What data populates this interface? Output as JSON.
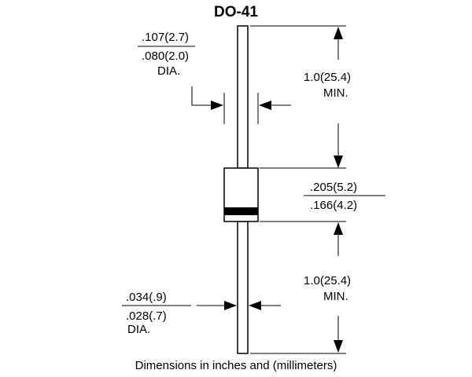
{
  "title": "DO-41",
  "lead_dia": {
    "max": ".107(2.7)",
    "min": ".080(2.0)",
    "suffix": "DIA."
  },
  "top_lead_length": {
    "value": "1.0(25.4)",
    "suffix": "MIN."
  },
  "body_length": {
    "max": ".205(5.2)",
    "min": ".166(4.2)"
  },
  "bottom_lead_length": {
    "value": "1.0(25.4)",
    "suffix": "MIN."
  },
  "wire_dia": {
    "max": ".034(.9)",
    "min": ".028(.7)",
    "suffix": "DIA."
  },
  "footer": "Dimensions in inches and (millimeters)"
}
